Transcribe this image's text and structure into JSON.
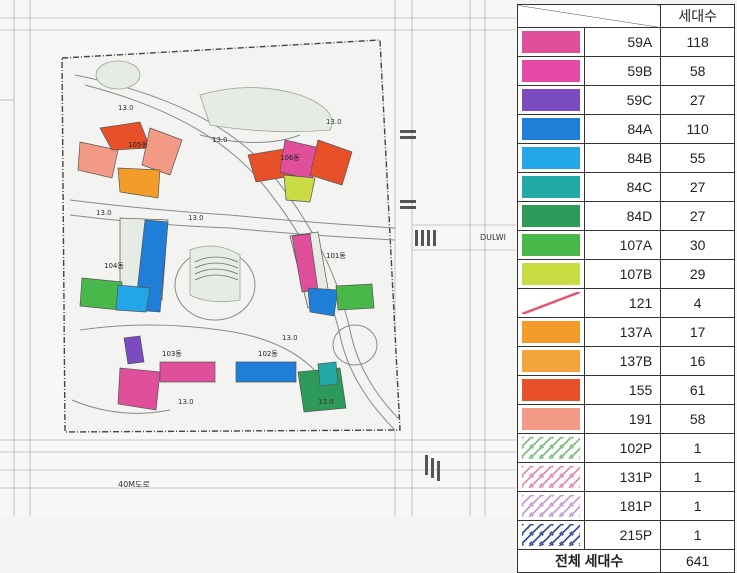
{
  "legend": {
    "header": "세대수",
    "rows": [
      {
        "type": "59A",
        "count": "118",
        "color": "#e0509a",
        "pattern": "solid"
      },
      {
        "type": "59B",
        "count": "58",
        "color": "#e64aa6",
        "pattern": "solid"
      },
      {
        "type": "59C",
        "count": "27",
        "color": "#7a4cc0",
        "pattern": "solid"
      },
      {
        "type": "84A",
        "count": "110",
        "color": "#1f7fd8",
        "pattern": "solid"
      },
      {
        "type": "84B",
        "count": "55",
        "color": "#23a6e8",
        "pattern": "solid"
      },
      {
        "type": "84C",
        "count": "27",
        "color": "#22a8a6",
        "pattern": "solid"
      },
      {
        "type": "84D",
        "count": "27",
        "color": "#2e9a5a",
        "pattern": "solid"
      },
      {
        "type": "107A",
        "count": "30",
        "color": "#49b84a",
        "pattern": "solid"
      },
      {
        "type": "107B",
        "count": "29",
        "color": "#c9dc44",
        "pattern": "solid"
      },
      {
        "type": "121",
        "count": "4",
        "color": "#e0536b",
        "pattern": "line"
      },
      {
        "type": "137A",
        "count": "17",
        "color": "#f39c2a",
        "pattern": "solid"
      },
      {
        "type": "137B",
        "count": "16",
        "color": "#f3a43a",
        "pattern": "solid"
      },
      {
        "type": "155",
        "count": "61",
        "color": "#e8502a",
        "pattern": "solid"
      },
      {
        "type": "191",
        "count": "58",
        "color": "#f29a85",
        "pattern": "solid"
      },
      {
        "type": "102P",
        "count": "1",
        "color": "#7cc07c",
        "pattern": "hatch"
      },
      {
        "type": "131P",
        "count": "1",
        "color": "#e58ab0",
        "pattern": "hatch"
      },
      {
        "type": "181P",
        "count": "1",
        "color": "#c79ad8",
        "pattern": "hatch"
      },
      {
        "type": "215P",
        "count": "1",
        "color": "#3d4f9a",
        "pattern": "hatch"
      }
    ],
    "total_label": "전체 세대수",
    "total_value": "641"
  },
  "plan": {
    "buildings": [
      {
        "label": "105동"
      },
      {
        "label": "106동"
      },
      {
        "label": "104동"
      },
      {
        "label": "103동"
      },
      {
        "label": "102동"
      },
      {
        "label": "101동"
      }
    ],
    "elevations": [
      "13.0",
      "13.0",
      "13.0",
      "13.0",
      "13.0",
      "13.0",
      "13.0",
      "13.0"
    ],
    "road_labels": [
      "DULWI",
      "40M도로"
    ]
  }
}
